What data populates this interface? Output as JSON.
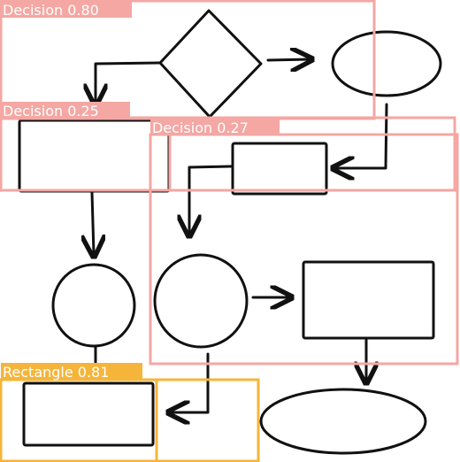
{
  "colors": {
    "background": "#ffffff",
    "ink": "#111111",
    "decision_box": "#f4a7a3",
    "rectangle_box": "#f5b53a",
    "label_text": "#ffffff"
  },
  "shapes": [
    {
      "kind": "diamond",
      "name": "diamond-node"
    },
    {
      "kind": "ellipse",
      "name": "ellipse-node-top-right"
    },
    {
      "kind": "rectangle",
      "name": "rectangle-node-left"
    },
    {
      "kind": "rectangle",
      "name": "rectangle-node-center"
    },
    {
      "kind": "circle",
      "name": "circle-node-left"
    },
    {
      "kind": "circle",
      "name": "circle-node-center"
    },
    {
      "kind": "rectangle",
      "name": "rectangle-node-right"
    },
    {
      "kind": "rectangle",
      "name": "rectangle-node-bottom-left"
    },
    {
      "kind": "ellipse",
      "name": "ellipse-node-bottom-right"
    }
  ],
  "detections": [
    {
      "label": "Decision",
      "score": "0.80",
      "text": "Decision 0.80",
      "color": "#f4a7a3"
    },
    {
      "label": "Decision",
      "score": "0.25",
      "text": "Decision 0.25",
      "color": "#f4a7a3"
    },
    {
      "label": "Decision",
      "score": "0.27",
      "text": "Decision 0.27",
      "color": "#f4a7a3"
    },
    {
      "label": "Rectangle",
      "score": "0.81",
      "text": "Rectangle 0.81",
      "color": "#f5b53a"
    }
  ]
}
